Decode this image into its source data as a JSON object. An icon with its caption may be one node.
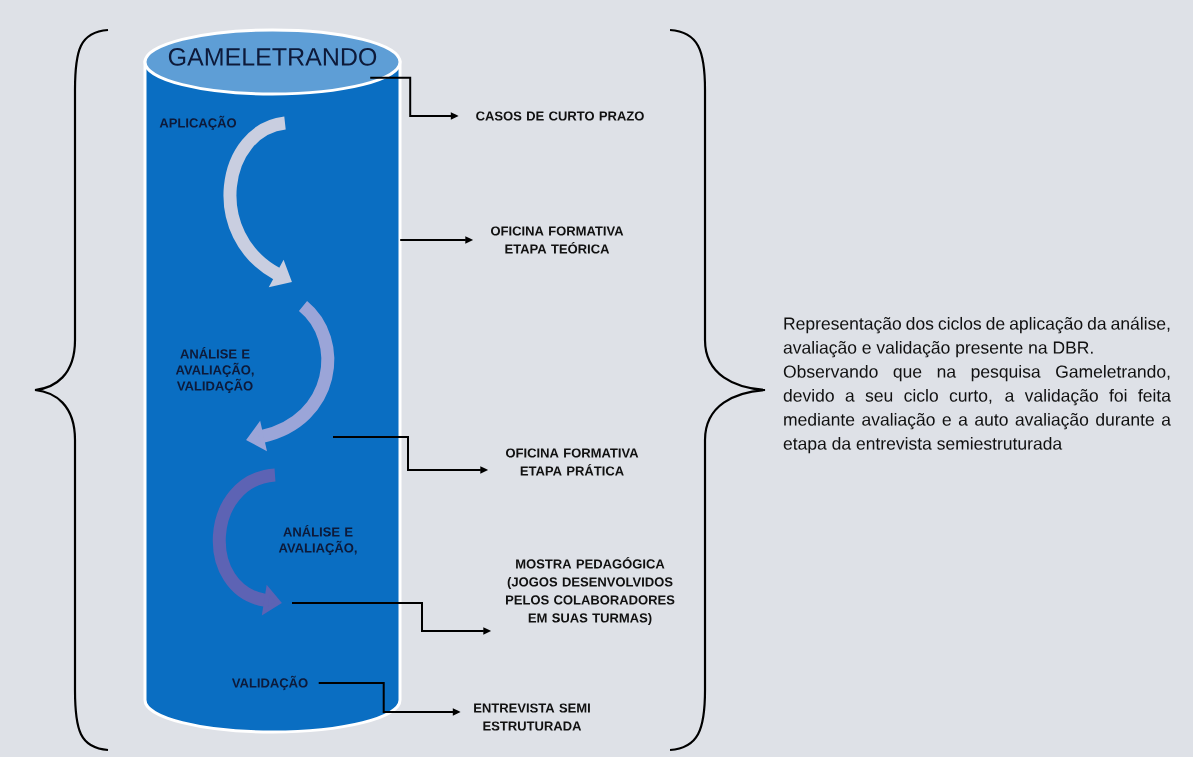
{
  "diagram": {
    "nodes": [
      {
        "text": [
          "GAMELETRANDO"
        ]
      },
      {
        "text": [
          "APLICAÇÃO"
        ],
        "in": 0
      },
      {
        "text": [
          "ANÁLISE E AVALIAÇÃO, VALIDAÇÃO"
        ],
        "in": 0
      },
      {
        "text": [
          "ANÁLISE E AVALIAÇÃO,"
        ],
        "in": 0
      },
      {
        "text": [
          "VALIDAÇÃO"
        ],
        "in": 0
      },
      {
        "text": [
          "CASOS DE CURTO PRAZO"
        ]
      },
      {
        "text": [
          "OFICINA FORMATIVA ETAPA TEÓRICA"
        ]
      },
      {
        "text": [
          "OFICINA FORMATIVA ETAPA PRÁTICA"
        ]
      },
      {
        "text": [
          "MOSTRA PEDAGÓGICA (JOGOS DESENVOLVIDOS PELOS COLABORADORES EM SUAS TURMAS)"
        ]
      },
      {
        "text": [
          "ENTREVISTA SEMI ESTRUTURADA"
        ]
      }
    ],
    "edges": [
      {
        "from": 0,
        "to": 5,
        "arrow": "to"
      },
      {
        "from": 0,
        "to": 6,
        "arrow": "to"
      },
      {
        "from": null,
        "to": 7,
        "arrow": "to"
      },
      {
        "from": null,
        "to": 8,
        "arrow": "to"
      },
      {
        "from": 4,
        "to": 9,
        "arrow": "to"
      }
    ],
    "labels": [
      "Representação dos ciclos de aplicação da análise, avaliação e validação presente na DBR.",
      "Observando que na pesquisa Gameletrando, devido a seu ciclo curto, a validação foi feita mediante avaliação e a auto avaliação durante a etapa da entrevista semiestruturada"
    ]
  }
}
